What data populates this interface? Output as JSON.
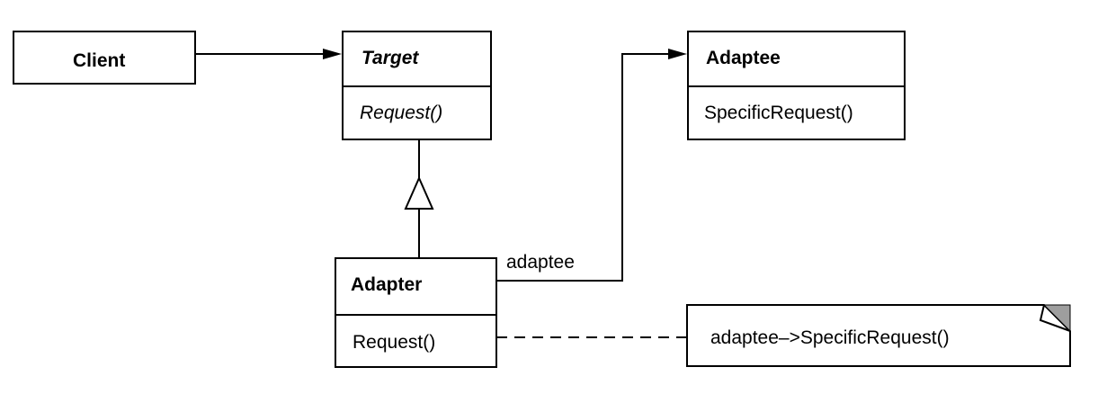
{
  "classes": {
    "client": {
      "name": "Client"
    },
    "target": {
      "name": "Target",
      "operation": "Request()"
    },
    "adaptee": {
      "name": "Adaptee",
      "operation": "SpecificRequest()"
    },
    "adapter": {
      "name": "Adapter",
      "operation": "Request()"
    }
  },
  "associations": {
    "adapter_to_adaptee": {
      "role": "adaptee"
    }
  },
  "note": {
    "text": "adaptee–>SpecificRequest()"
  }
}
